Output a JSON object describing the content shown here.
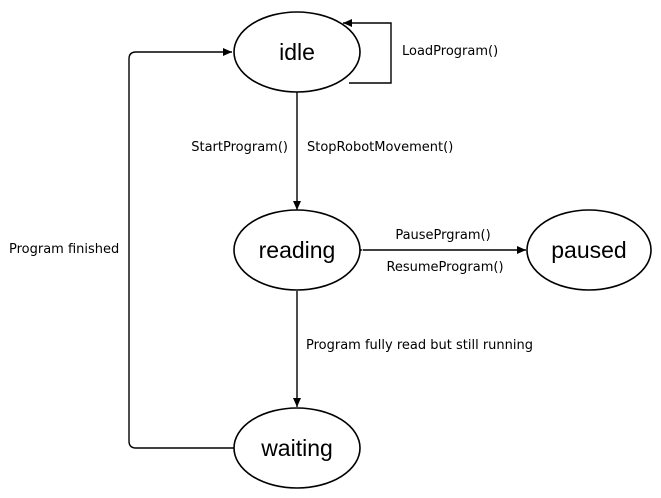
{
  "diagram": {
    "states": {
      "idle": "idle",
      "reading": "reading",
      "paused": "paused",
      "waiting": "waiting"
    },
    "transitions": {
      "load_program": "LoadProgram()",
      "start_program": "StartProgram()",
      "stop_robot_movement": "StopRobotMovement()",
      "pause_program": "PausePrgram()",
      "resume_program": "ResumeProgram()",
      "program_fully_read": "Program fully read but still running",
      "program_finished": "Program finished"
    }
  }
}
